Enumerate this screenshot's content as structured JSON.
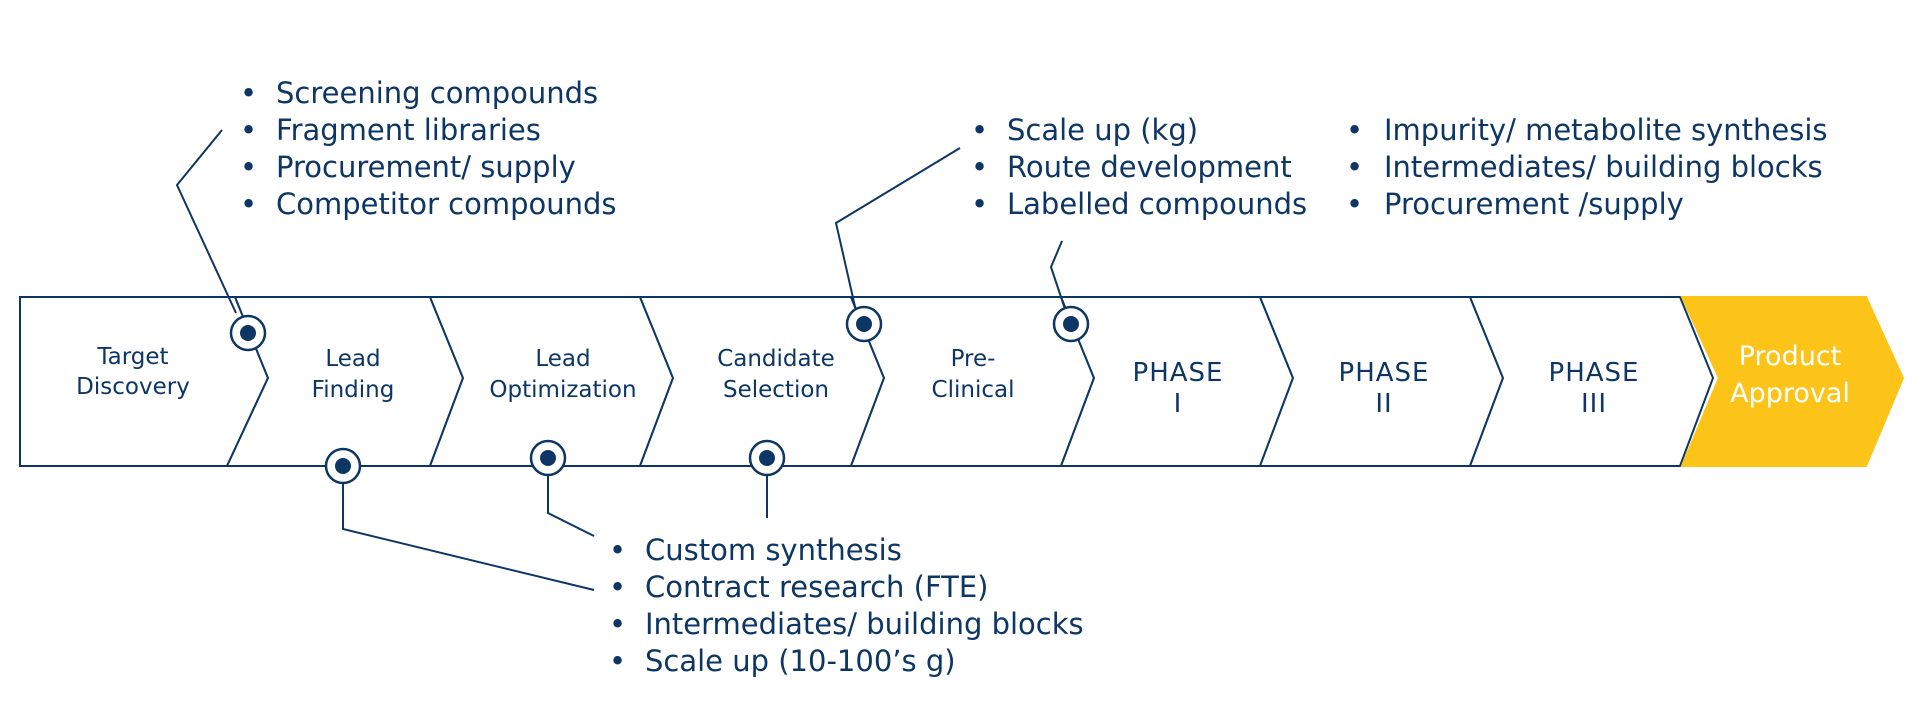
{
  "colors": {
    "navy": "#0d3664",
    "accent": "#fcc419",
    "background": "#ffffff"
  },
  "stages": [
    {
      "lines": [
        "Target",
        "Discovery"
      ]
    },
    {
      "lines": [
        "Lead",
        "Finding"
      ]
    },
    {
      "lines": [
        "Lead",
        "Optimization"
      ]
    },
    {
      "lines": [
        "Candidate",
        "Selection"
      ]
    },
    {
      "lines": [
        "Pre-",
        "Clinical"
      ]
    },
    {
      "lines": [
        "PHASE",
        "I"
      ]
    },
    {
      "lines": [
        "PHASE",
        "II"
      ]
    },
    {
      "lines": [
        "PHASE",
        "III"
      ]
    },
    {
      "lines": [
        "Product",
        "Approval"
      ]
    }
  ],
  "callouts": {
    "discovery": [
      "Screening compounds",
      "Fragment libraries",
      "Procurement/ supply",
      "Competitor compounds"
    ],
    "scale_up": [
      "Scale up (kg)",
      "Route development",
      "Labelled compounds"
    ],
    "impurity": [
      "Impurity/ metabolite synthesis",
      "Intermediates/ building blocks",
      "Procurement /supply"
    ],
    "synthesis": [
      "Custom synthesis",
      "Contract research (FTE)",
      "Intermediates/ building blocks",
      "Scale up (10-100’s g)"
    ]
  },
  "bullet_symbol": "•"
}
